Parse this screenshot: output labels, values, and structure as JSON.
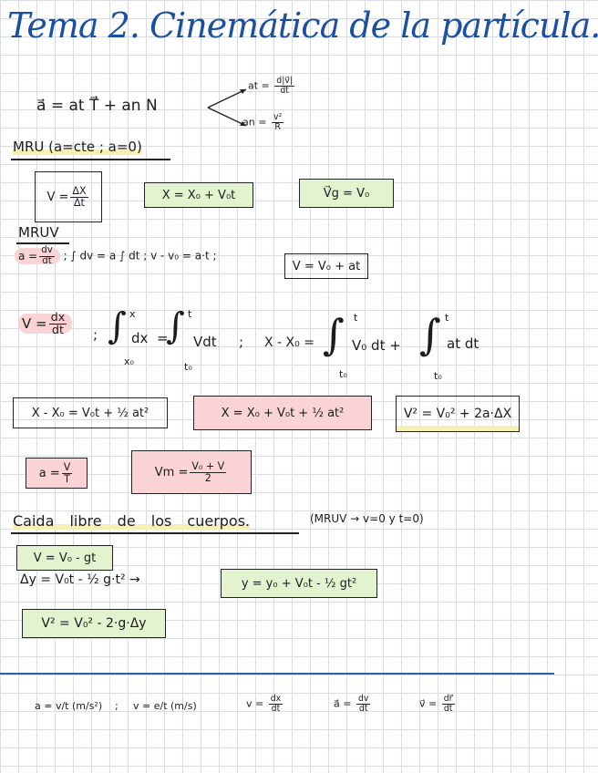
{
  "title": "Tema 2. Cinemática de la partícula.",
  "accel": {
    "main": "a⃗ = at T⃗ + an N",
    "at_label": "at =",
    "at_num": "d|v⃗|",
    "at_den": "dt",
    "an_label": "an =",
    "an_num": "v²",
    "an_den": "R"
  },
  "mru": {
    "heading": "MRU (a=cte ; a=0)",
    "f1_lhs": "V =",
    "f1_num": "ΔX",
    "f1_den": "Δt",
    "f2": "X = X₀ + V₀t",
    "f3": "V⃗g = V₀"
  },
  "mruv": {
    "heading": "MRUV",
    "r1_a": "a =",
    "r1_num": "dv",
    "r1_den": "dt",
    "r1_int": "; ∫ dv = a ∫ dt ; v - v₀ = a·t ;",
    "r1_box": "V = V₀ + at",
    "r2_lhs": "V =",
    "r2_num": "dx",
    "r2_den": "dt",
    "r2_sep": ";",
    "r2_int1": "dx",
    "r2_eq": "=",
    "r2_int2": "Vdt",
    "r2_sep2": ";",
    "r2_rhs_a": "X - X₀ =",
    "r2_rhs_b": "V₀ dt +",
    "r2_rhs_c": "at dt",
    "lim_x": "x",
    "lim_x0": "x₀",
    "lim_t": "t",
    "lim_t0": "t₀",
    "b1": "X - X₀ = V₀t + ½ at²",
    "b2": "X = X₀ + V₀t + ½ at²",
    "b3": "V² = V₀² + 2a·ΔX",
    "b4_lhs": "a =",
    "b4_num": "V",
    "b4_den": "T",
    "b5_lhs": "Vm =",
    "b5_num": "V₀ + V",
    "b5_den": "2"
  },
  "caida": {
    "heading": "Caida libre de los cuerpos.",
    "note": "(MRUV → v=0  y t=0)",
    "f1": "V = V₀ - gt",
    "f2": "Δy = V₀t - ½ g·t² →",
    "f2_box": "y = y₀ + V₀t - ½ gt²",
    "f3": "V² = V₀² - 2·g·Δy"
  },
  "footer": {
    "f1": "a = v/t (m/s²)",
    "sep": ";",
    "f2": "v = e/t (m/s)",
    "f3_lhs": "v =",
    "f3_num": "dx",
    "f3_den": "dt",
    "f4_lhs": "a⃗ =",
    "f4_num": "dv",
    "f4_den": "dt",
    "f5_lhs": "v⃗ =",
    "f5_num": "dr⃗",
    "f5_den": "dt"
  }
}
